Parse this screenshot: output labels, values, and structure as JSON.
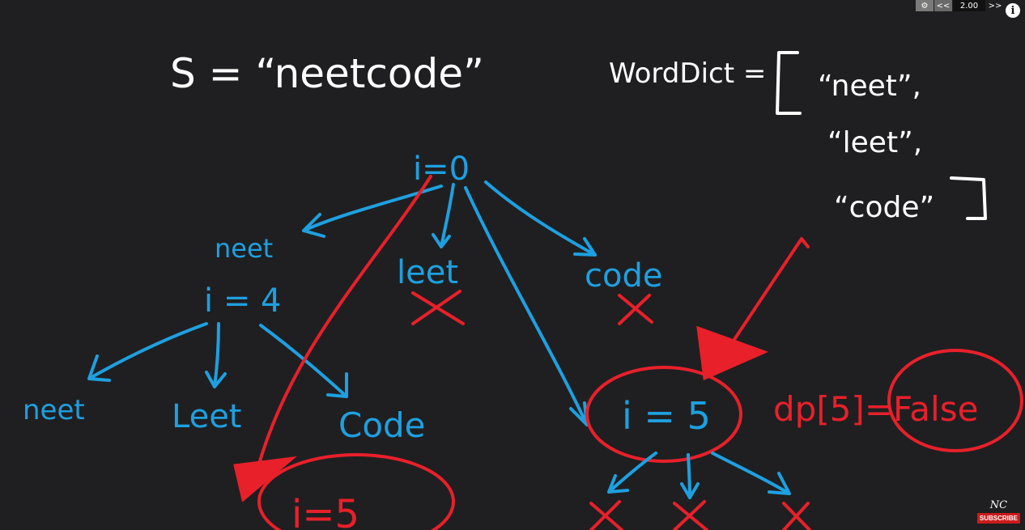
{
  "controls": {
    "prev_label": "<<",
    "speed": "2.00",
    "next_label": ">>",
    "info_label": "i"
  },
  "problem": {
    "string_def": "S = “neetcode”",
    "dict_label": "WordDict =",
    "dict_words": [
      "“neet”,",
      "“leet”,",
      "“code”"
    ],
    "bracket_open": "[",
    "bracket_close": "]"
  },
  "tree": {
    "root": "i=0",
    "branch_neet": "neet",
    "branch_leet": "leet",
    "branch_code": "code",
    "node_i4": "i = 4",
    "leaf_neet": "neet",
    "leaf_leet": "Leet",
    "leaf_code": "Code",
    "node_i5_left": "i=5",
    "node_i5_right": "i = 5",
    "dp_note": "dp[5]=False"
  },
  "colors": {
    "background": "#1f1f21",
    "blue": "#1ea0e0",
    "red": "#e8202a",
    "white": "#ffffff"
  },
  "brand": {
    "logo": "NC",
    "subscribe": "SUBSCRIBE"
  }
}
